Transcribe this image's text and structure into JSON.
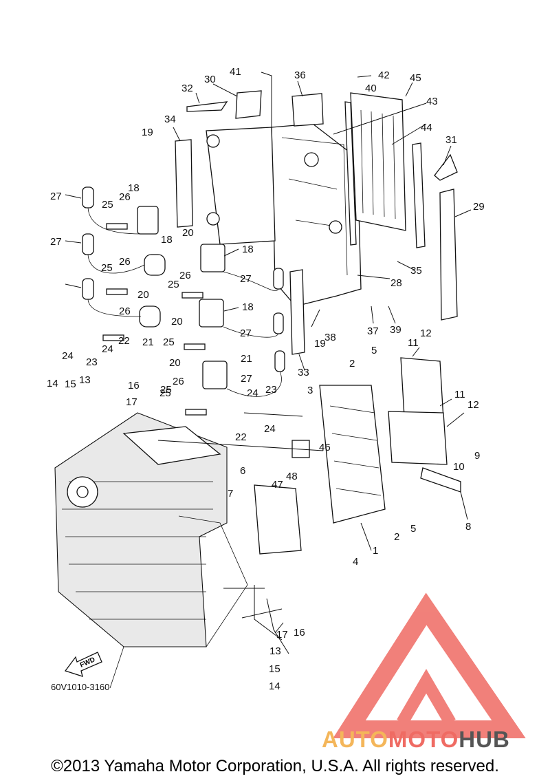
{
  "diagram": {
    "part_code": "60V1010-3160",
    "fwd_label": "FWD",
    "copyright": "©2013 Yamaha Motor Corporation, U.S.A. All rights reserved.",
    "watermark": {
      "part1": "AUTO",
      "part2": "MOTO",
      "part3": "HUB"
    },
    "colors": {
      "watermark_red": "#ef6b63",
      "watermark_orange": "#f4b65a",
      "watermark_gray": "#555555"
    },
    "callouts": [
      "41",
      "42",
      "30",
      "36",
      "40",
      "45",
      "32",
      "43",
      "34",
      "19",
      "44",
      "31",
      "18",
      "27",
      "26",
      "25",
      "29",
      "20",
      "18",
      "27",
      "26",
      "35",
      "25",
      "18",
      "28",
      "27",
      "20",
      "26",
      "39",
      "25",
      "18",
      "37",
      "26",
      "27",
      "25",
      "20",
      "21",
      "38",
      "22",
      "24",
      "19",
      "23",
      "24",
      "11",
      "12",
      "25",
      "20",
      "5",
      "2",
      "21",
      "27",
      "33",
      "14",
      "13",
      "16",
      "15",
      "17",
      "26",
      "11",
      "24",
      "23",
      "3",
      "25",
      "12",
      "22",
      "24",
      "46",
      "9",
      "10",
      "48",
      "47",
      "6",
      "7",
      "8",
      "5",
      "2",
      "1",
      "4",
      "16",
      "17",
      "13",
      "15",
      "14"
    ]
  }
}
